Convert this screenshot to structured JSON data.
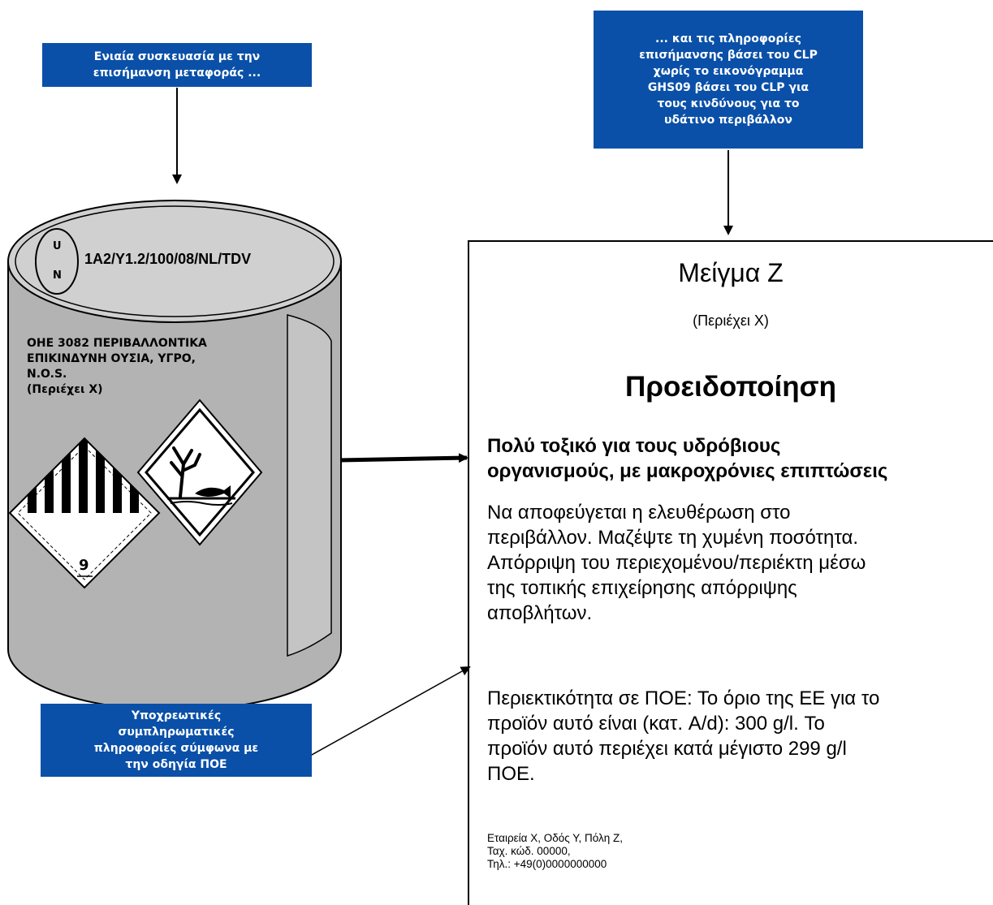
{
  "callouts": {
    "top_left": "Ενιαία συσκευασία με την\nεπισήμανση μεταφοράς ...",
    "top_right": "... και τις πληροφορίες\nεπισήμανσης βάσει του CLP\nχωρίς το εικονόγραμμα\nGHS09 βάσει του CLP για\nτους κινδύνους για το\nυδάτινο περιβάλλον",
    "bottom_left": "Υποχρεωτικές\nσυμπληρωματικές\nπληροφορίες σύμφωνα με\nτην οδηγία ΠΟΕ"
  },
  "drum": {
    "un_top": "U",
    "un_bottom": "N",
    "un_code": "1A2/Y1.2/100/08/NL/TDV",
    "shipping_name": "ΟΗΕ 3082 ΠΕΡΙΒΑΛΛΟΝΤΙΚΑ\nΕΠΙΚΙΝΔΥΝΗ ΟΥΣΙΑ, ΥΓΡΟ,\nN.O.S.\n(Περιέχει Χ)",
    "class_number": "9",
    "pictograms": [
      "class-9-hazard-label-icon",
      "environment-hazard-pictogram-icon"
    ]
  },
  "label": {
    "product_name": "Μείγμα Z",
    "contains": "(Περιέχει X)",
    "signal_word": "Προειδοποίηση",
    "hazard_statement": "Πολύ τοξικό για τους υδρόβιους\nοργανισμούς, με μακροχρόνιες επιπτώσεις",
    "precautionary": "Να αποφεύγεται η ελευθέρωση στο\nπεριβάλλον. Μαζέψτε τη χυμένη ποσότητα.\nΑπόρριψη του περιεχομένου/περιέκτη μέσω\nτης τοπικής επιχείρησης απόρριψης\nαποβλήτων.",
    "voc_info": "Περιεκτικότητα σε ΠΟΕ: Το όριο της ΕΕ για το\nπροϊόν αυτό είναι (κατ. A/d): 300 g/l. Το\nπροϊόν αυτό περιέχει κατά μέγιστο 299 g/l\nΠΟΕ.",
    "supplier": "Εταιρεία Χ, Οδός Υ, Πόλη Ζ,\nΤαχ. κώδ. 00000,\nΤηλ.: +49(0)0000000000"
  },
  "colors": {
    "callout_bg": "#0a50a8",
    "drum_body": "#b3b3b3",
    "drum_top": "#d0d0d0"
  }
}
